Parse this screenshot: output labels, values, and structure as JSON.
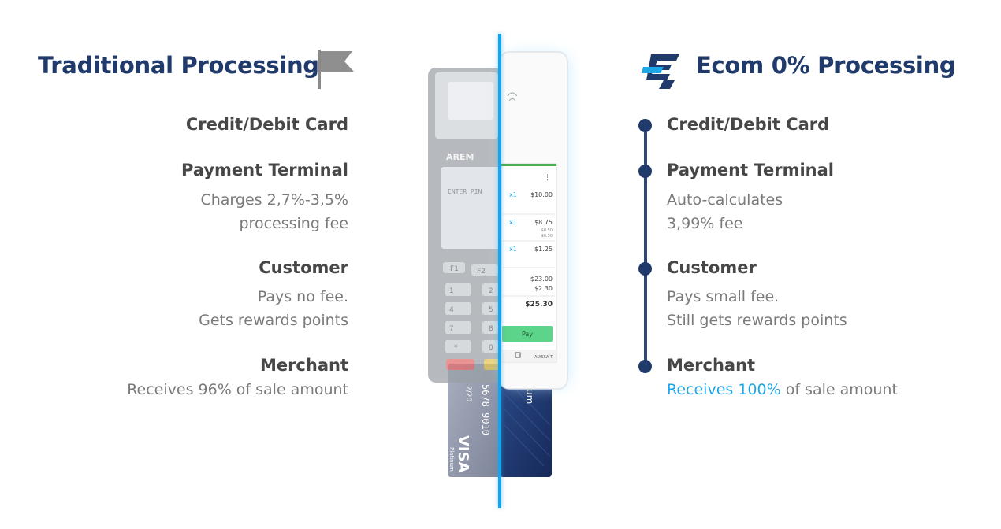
{
  "left": {
    "title": "Traditional Processing",
    "icon": "flag-icon",
    "steps": [
      {
        "heading": "Credit/Debit Card",
        "lines": []
      },
      {
        "heading": "Payment Terminal",
        "lines": [
          "Charges 2,7%-3,5%",
          "processing fee"
        ]
      },
      {
        "heading": "Customer",
        "lines": [
          "Pays no fee.",
          "Gets rewards points"
        ]
      },
      {
        "heading": "Merchant",
        "lines": [
          "Receives 96% of sale amount"
        ]
      }
    ]
  },
  "right": {
    "title": "Ecom 0% Processing",
    "icon": "ecom-logo-icon",
    "steps": [
      {
        "heading": "Credit/Debit Card",
        "lines": []
      },
      {
        "heading": "Payment Terminal",
        "lines": [
          "Auto-calculates",
          "3,99% fee"
        ]
      },
      {
        "heading": "Customer",
        "lines": [
          "Pays small fee.",
          "Still gets rewards points"
        ]
      },
      {
        "heading": "Merchant",
        "accent": "Receives 100%",
        "rest": " of sale amount"
      }
    ]
  },
  "terminal": {
    "brand": "AREM",
    "screen_text": "ENTER PIN",
    "keys": [
      "F1",
      "F2",
      "1",
      "2",
      "4",
      "5",
      "7",
      "8",
      "*",
      "0"
    ]
  },
  "tablet": {
    "items": [
      {
        "qty": "x1",
        "price": "$10.00"
      },
      {
        "qty": "x1",
        "price": "$8.75",
        "sub1": "$0.50",
        "sub2": "$0.50"
      },
      {
        "qty": "x1",
        "price": "$1.25"
      }
    ],
    "subtotal": "$23.00",
    "tax": "$2.30",
    "total": "$25.30",
    "pay_label": "Pay",
    "user": "ALYSSA T"
  },
  "card": {
    "number_fragment": "5678 9010",
    "expiry": "2/20",
    "brand": "VISA",
    "tier": "Platinum",
    "right_fragment": "um"
  },
  "colors": {
    "navy": "#1f3a6b",
    "accent": "#1fa6e4",
    "divider": "#1aa3e8",
    "heading": "#474747",
    "body": "#7a7a7a"
  }
}
